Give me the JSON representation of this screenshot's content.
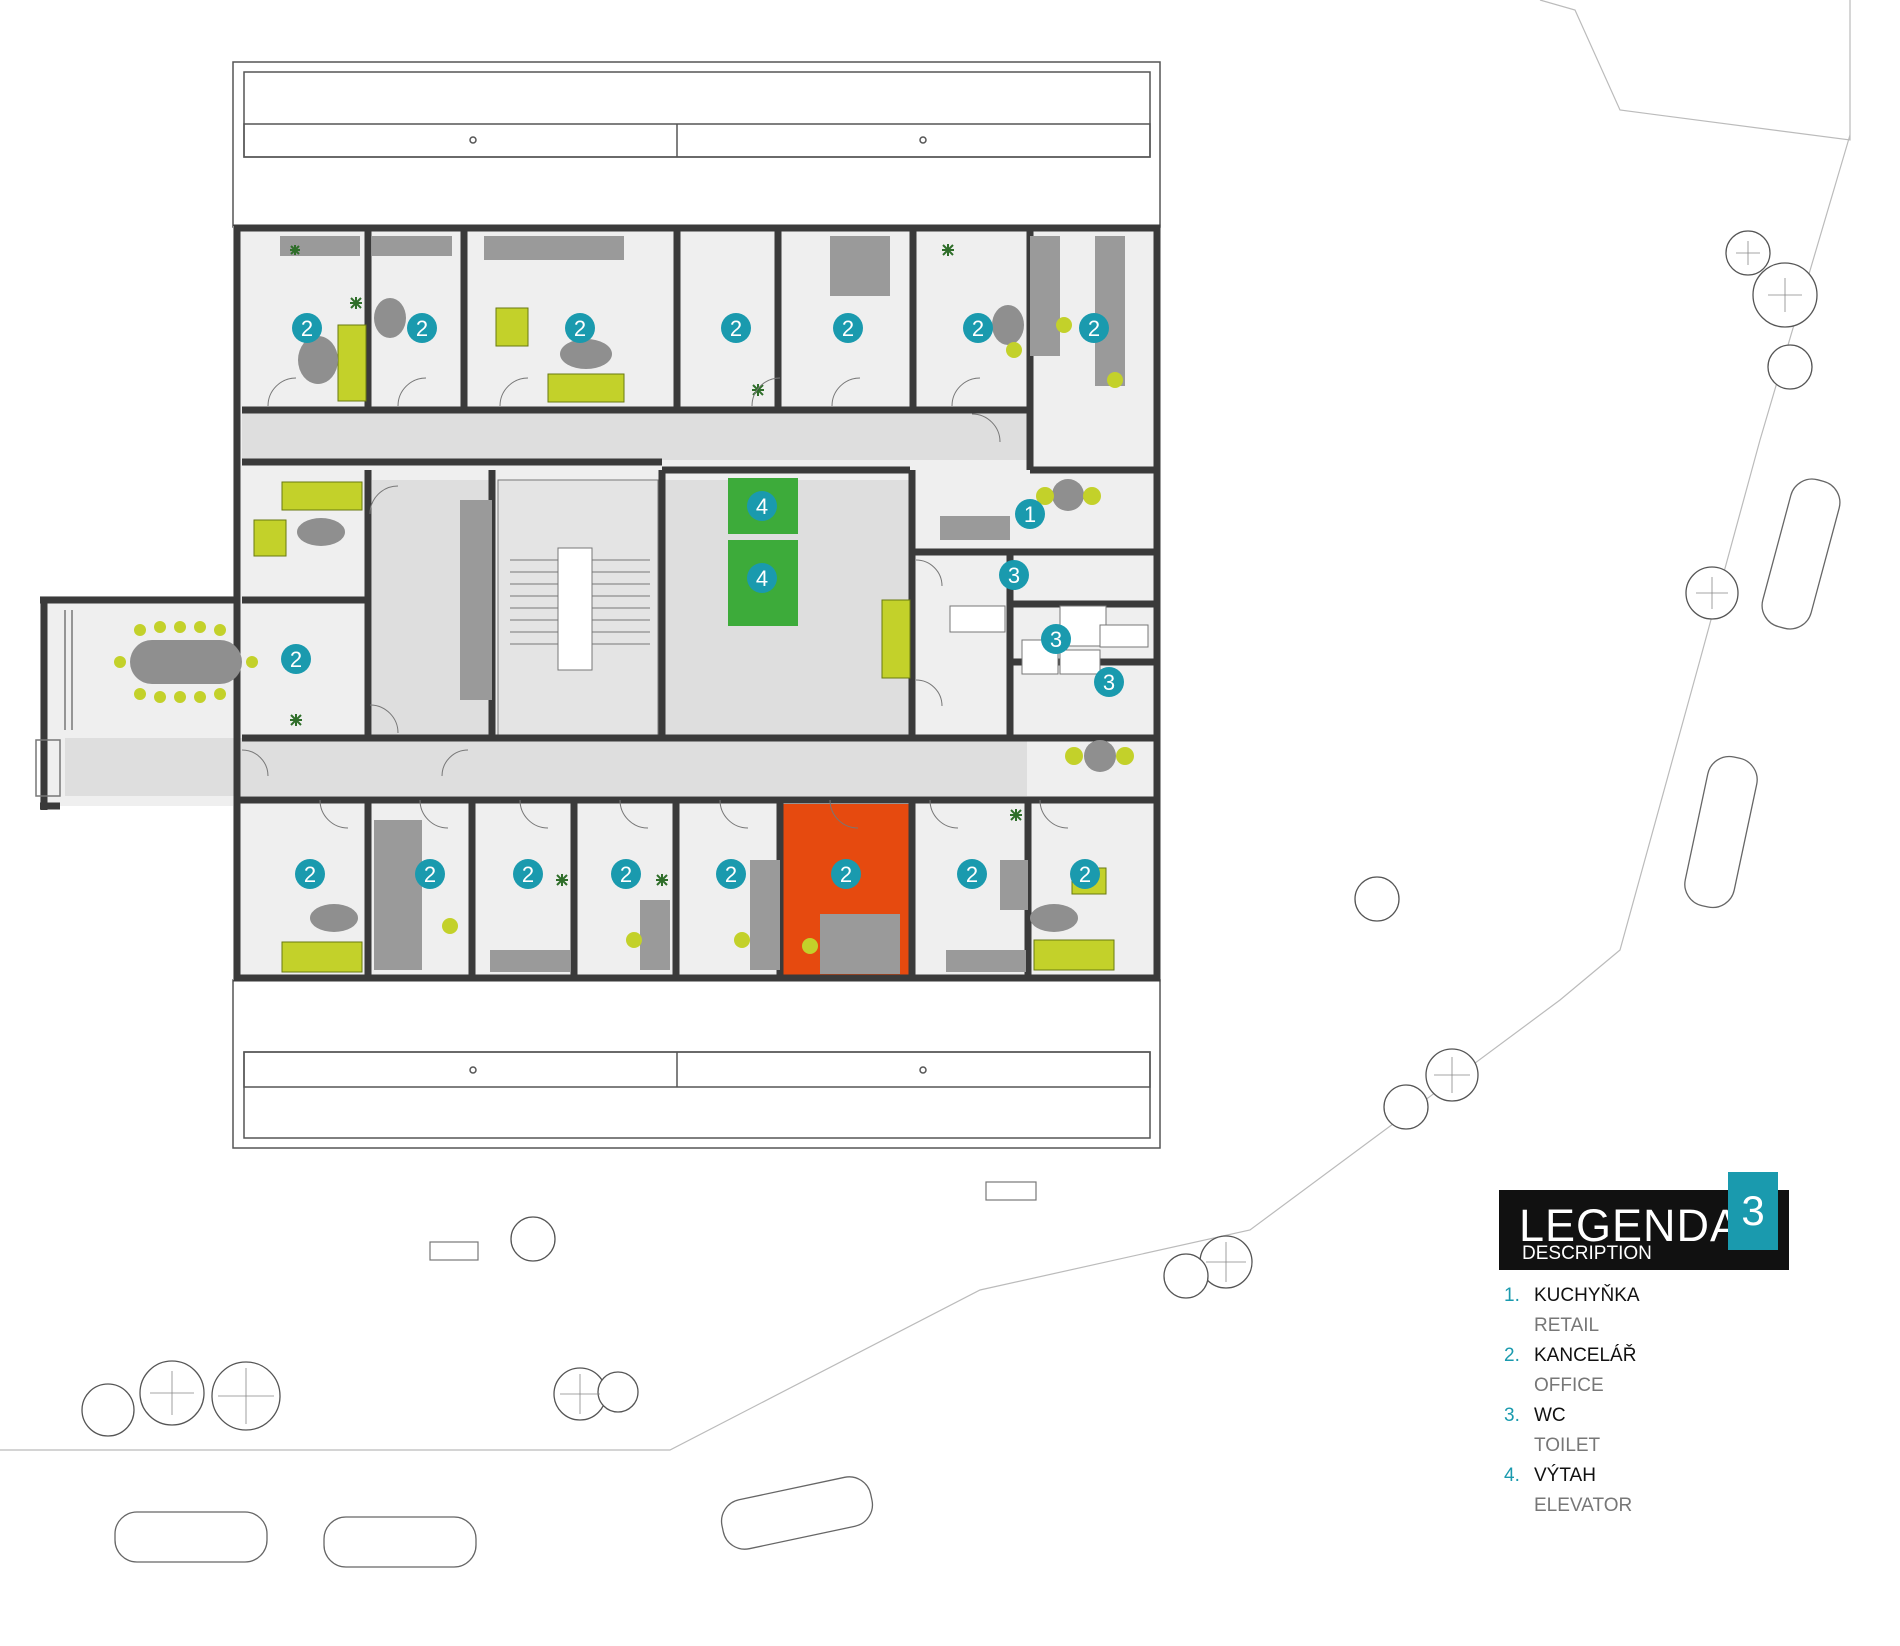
{
  "colors": {
    "wall": "#3a3a3a",
    "corridor": "#e0e0e0",
    "room_floor": "#efefef",
    "furniture": "#9a9a9a",
    "chair": "#c3d12a",
    "marker": "#1a9aae",
    "elevator": "#3dab3a",
    "highlight": "#e64a0f",
    "legend_bg": "#111111"
  },
  "room_markers": {
    "kitchen": "1",
    "office": "2",
    "wc": "3",
    "elevator": "4"
  },
  "legend": {
    "title": "LEGENDA",
    "subtitle": "DESCRIPTION",
    "floor_number": "3",
    "items": [
      {
        "number": "1.",
        "label": "KUCHYŇKA",
        "sublabel": "RETAIL"
      },
      {
        "number": "2.",
        "label": "KANCELÁŘ",
        "sublabel": "OFFICE"
      },
      {
        "number": "3.",
        "label": "WC",
        "sublabel": "TOILET"
      },
      {
        "number": "4.",
        "label": "VÝTAH",
        "sublabel": "ELEVATOR"
      }
    ]
  },
  "highlighted_unit": "2"
}
